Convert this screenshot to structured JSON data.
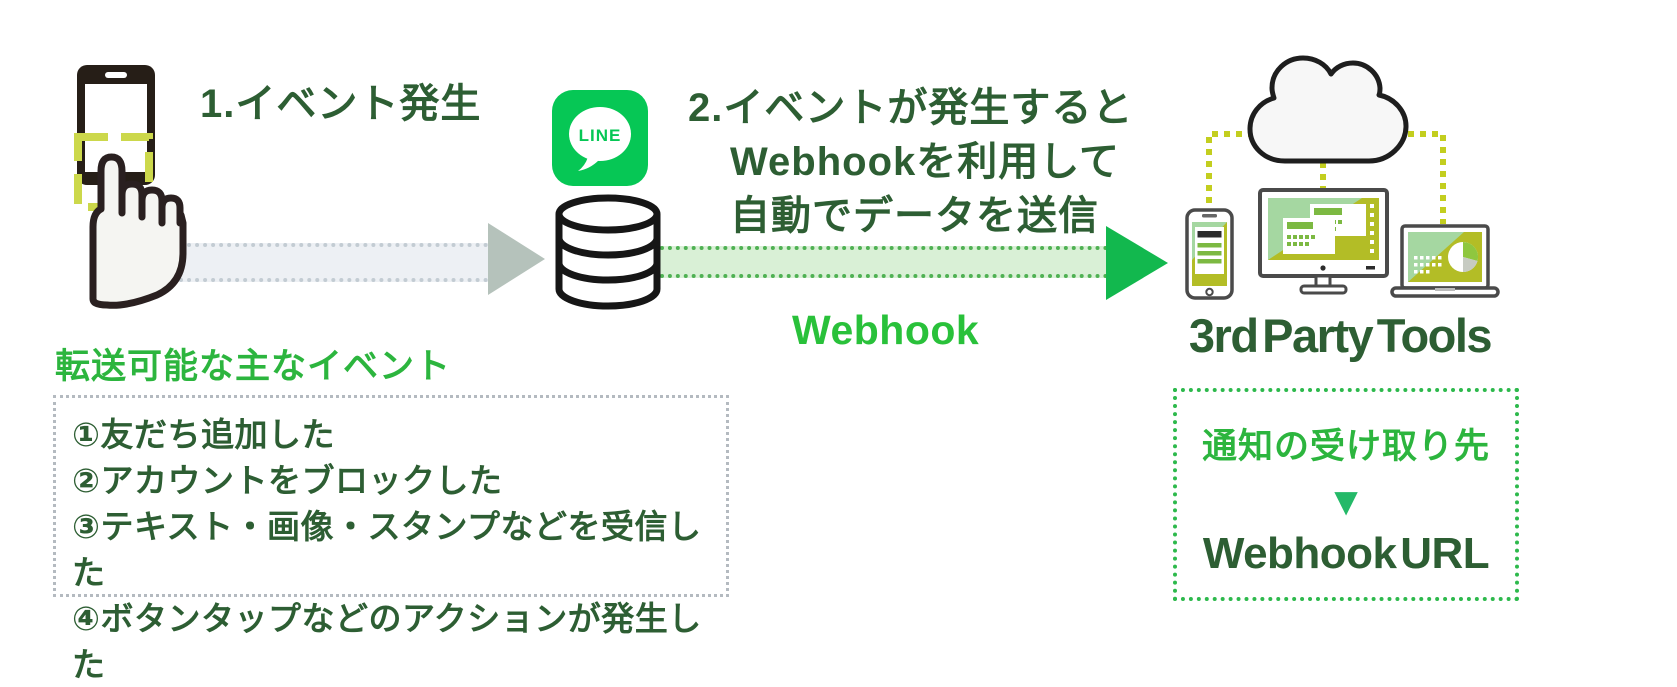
{
  "step1": {
    "label": "1.イベント発生"
  },
  "step2": {
    "line1": "2.イベントが発生すると",
    "line2": "Webhookを利用して",
    "line3": "自動でデータを送信"
  },
  "flow": {
    "webhook_arrow_label": "Webhook"
  },
  "line_icon": {
    "label": "LINE"
  },
  "third_party": {
    "title": "3rd Party Tools"
  },
  "events_panel": {
    "title": "転送可能な主なイベント",
    "items": [
      "①友だち追加した",
      "②アカウントをブロックした",
      "③テキスト・画像・スタンプなどを受信した",
      "④ボタンタップなどのアクションが発生した"
    ]
  },
  "receiver_panel": {
    "title": "通知の受け取り先",
    "arrow_glyph": "▼",
    "value": "Webhook URL"
  },
  "colors": {
    "dark_green_text": "#2d5e33",
    "bright_green_text": "#2cb53e",
    "webhook_label_green": "#29c13a",
    "line_brand_green": "#06C755",
    "arrow_head_green": "#12b84e",
    "arrow_fill_green": "#d9f0d6",
    "arrow_fill_gray": "#edf0f4",
    "arrow_head_gray": "#b5c2bb",
    "connector_yellow_green": "#c3ce1f",
    "tap_square_yellow_green": "#ccd84b",
    "device_screen_olive": "#b3bd26",
    "device_screen_light_green": "#a5d7a1"
  }
}
